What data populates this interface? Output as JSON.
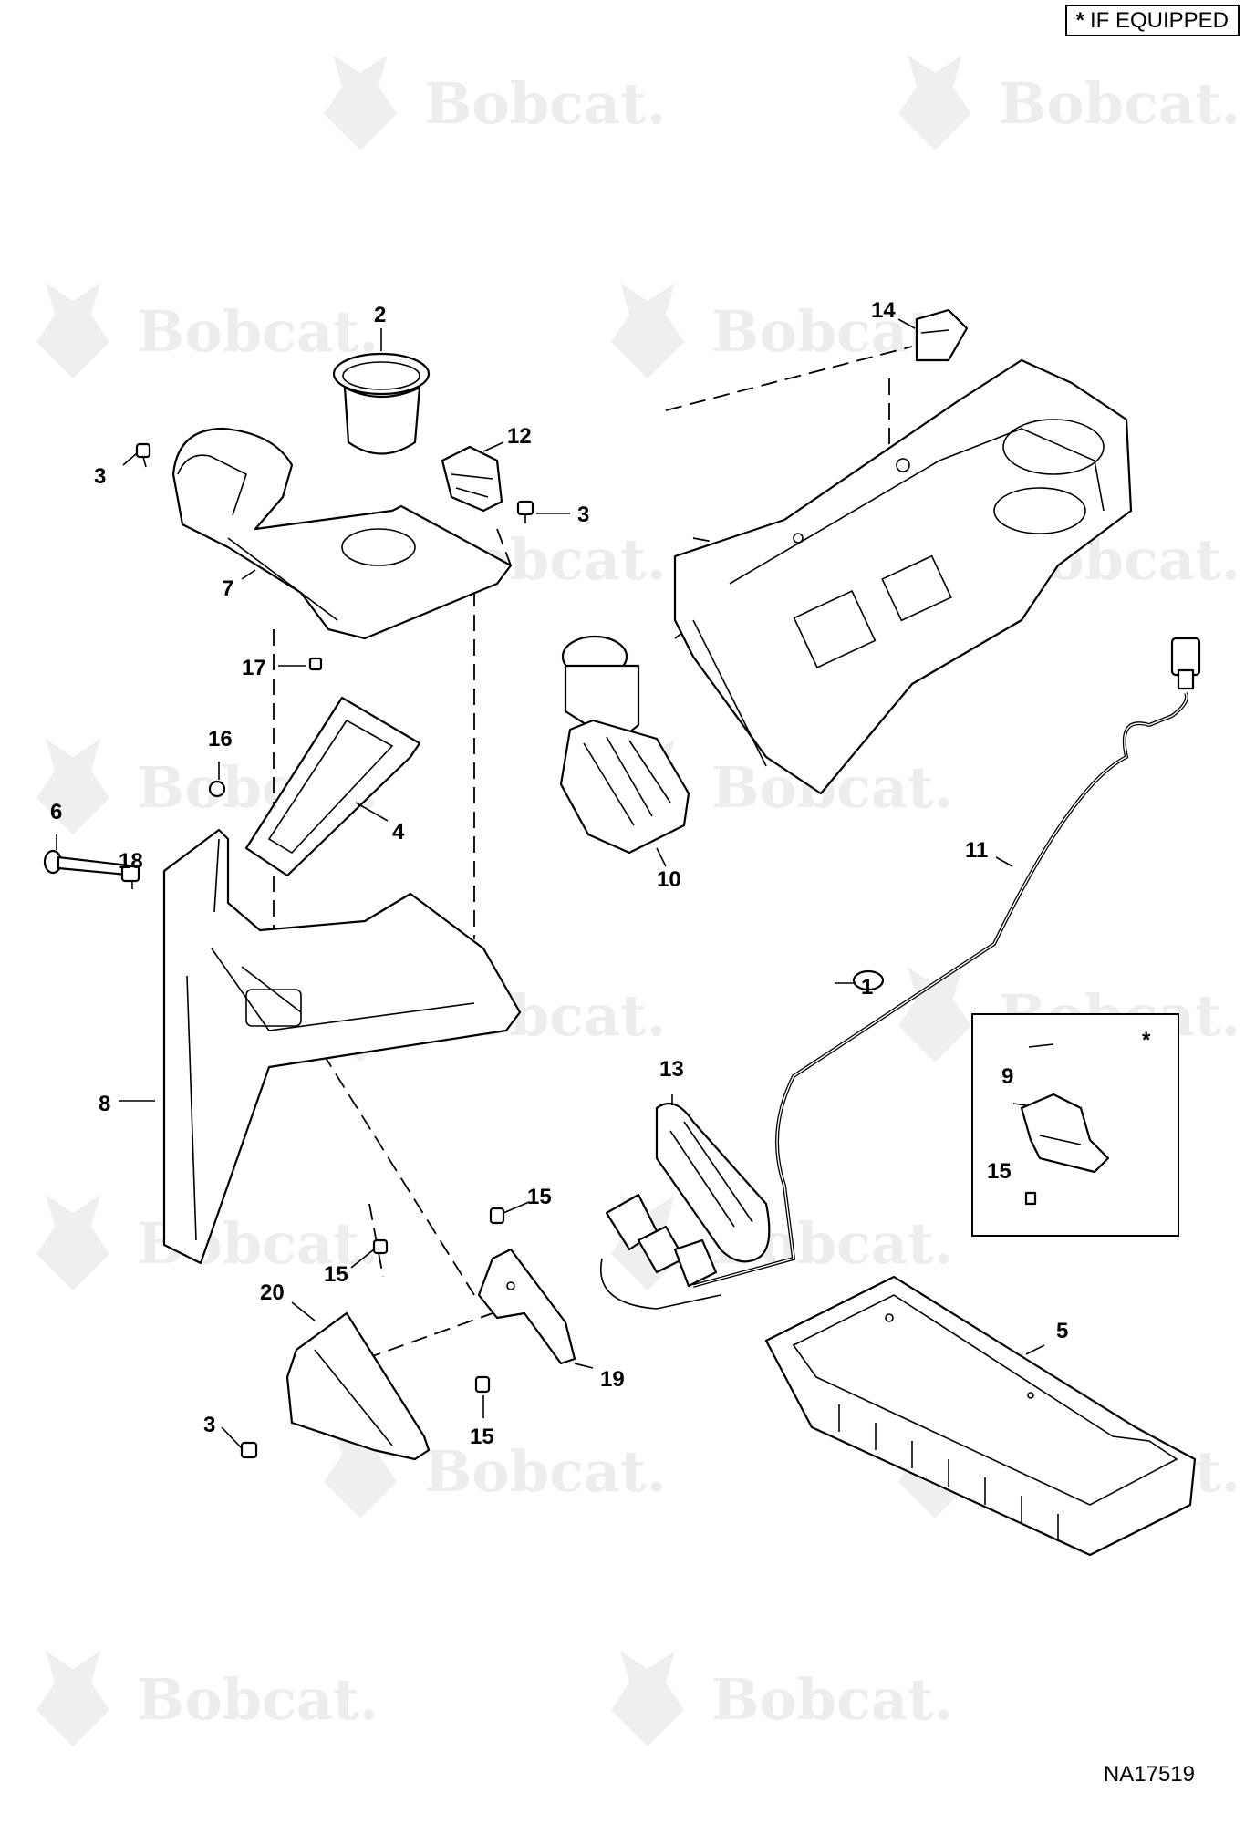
{
  "legend": {
    "symbol": "*",
    "text": "IF EQUIPPED"
  },
  "watermark": {
    "brand": "Bobcat",
    "mark": "."
  },
  "drawing_number": "NA17519",
  "callouts": [
    "1",
    "2",
    "3",
    "3",
    "3",
    "4",
    "5",
    "6",
    "7",
    "8",
    "9",
    "10",
    "11",
    "12",
    "13",
    "14",
    "15",
    "15",
    "15",
    "15",
    "16",
    "17",
    "18",
    "19",
    "20"
  ],
  "inset_marker": "*",
  "colors": {
    "line": "#000000",
    "watermark": "#ededed",
    "background": "#ffffff"
  }
}
